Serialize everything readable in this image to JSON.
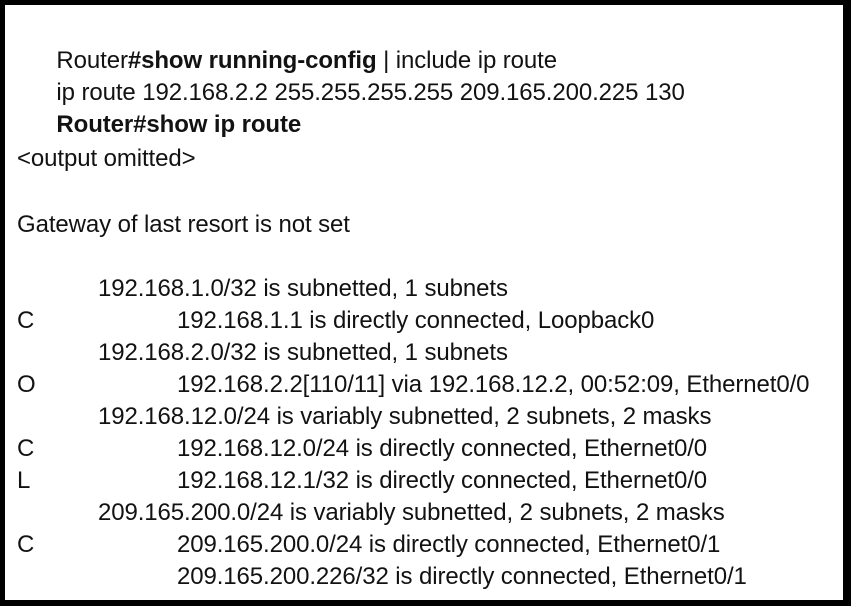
{
  "terminal": {
    "border_color": "#000000",
    "background_color": "#ffffff",
    "text_color": "#121212",
    "command_block": [
      {
        "segments": [
          {
            "text": "Router",
            "bold": false
          },
          {
            "text": "#show running-config",
            "bold": true
          },
          {
            "text": " | include ip route",
            "bold": false
          }
        ]
      },
      {
        "segments": [
          {
            "text": "ip route 192.168.2.2 255.255.255.255 209.165.200.225 130",
            "bold": false
          }
        ]
      },
      {
        "segments": [
          {
            "text": "Router#show ip route",
            "bold": true
          }
        ]
      }
    ],
    "output_omitted": "<output omitted>",
    "gateway_line": "Gateway of last resort is not set",
    "routes": [
      {
        "code": "",
        "header": "192.168.1.0/32 is subnetted, 1 subnets",
        "detail": ""
      },
      {
        "code": "C",
        "header": "",
        "detail": "192.168.1.1 is directly connected, Loopback0"
      },
      {
        "code": "",
        "header": "192.168.2.0/32 is subnetted, 1 subnets",
        "detail": ""
      },
      {
        "code": "O",
        "header": "",
        "detail": "192.168.2.2[110/11] via 192.168.12.2, 00:52:09, Ethernet0/0"
      },
      {
        "code": "",
        "header": "192.168.12.0/24 is variably subnetted, 2 subnets, 2 masks",
        "detail": ""
      },
      {
        "code": "C",
        "header": "",
        "detail": "192.168.12.0/24 is directly connected, Ethernet0/0"
      },
      {
        "code": "L",
        "header": "",
        "detail": "192.168.12.1/32 is directly connected, Ethernet0/0"
      },
      {
        "code": "",
        "header": "209.165.200.0/24 is variably subnetted, 2 subnets, 2 masks",
        "detail": ""
      },
      {
        "code": "C",
        "header": "",
        "detail": "209.165.200.0/24 is directly connected, Ethernet0/1"
      },
      {
        "code": "",
        "header": "",
        "detail": "209.165.200.226/32 is directly connected, Ethernet0/1"
      }
    ]
  }
}
